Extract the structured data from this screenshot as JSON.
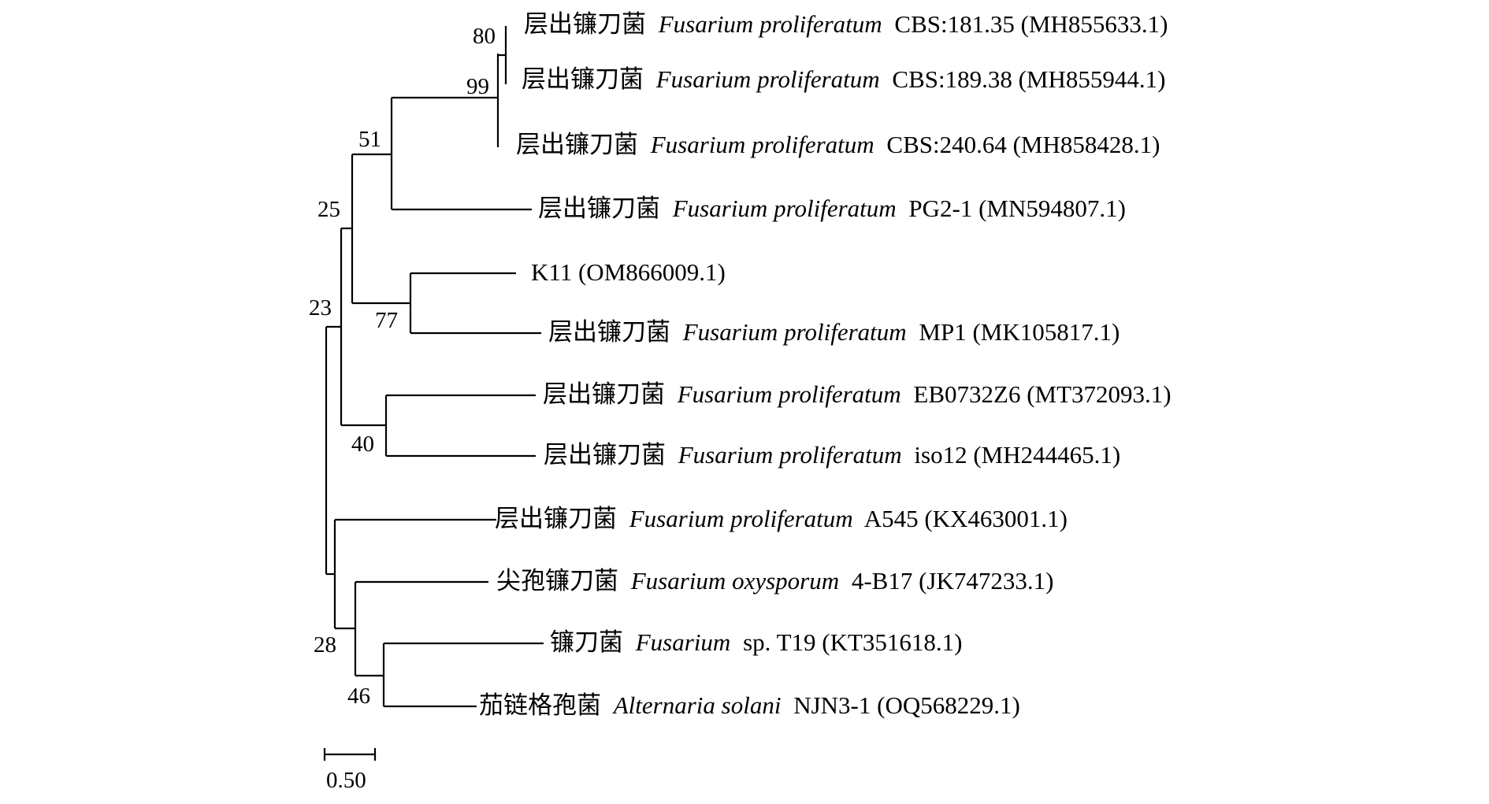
{
  "tree": {
    "leaves": [
      {
        "cn": "层出镰刀菌",
        "sci": "Fusarium proliferatum",
        "strain": "CBS:181.35 (MH855633.1)"
      },
      {
        "cn": "层出镰刀菌",
        "sci": "Fusarium proliferatum",
        "strain": "CBS:189.38 (MH855944.1)"
      },
      {
        "cn": "层出镰刀菌",
        "sci": "Fusarium proliferatum",
        "strain": "CBS:240.64 (MH858428.1)"
      },
      {
        "cn": "层出镰刀菌",
        "sci": "Fusarium proliferatum",
        "strain": "PG2-1 (MN594807.1)"
      },
      {
        "cn": "",
        "sci": "",
        "strain": "K11 (OM866009.1)"
      },
      {
        "cn": "层出镰刀菌",
        "sci": "Fusarium proliferatum",
        "strain": "MP1 (MK105817.1)"
      },
      {
        "cn": "层出镰刀菌",
        "sci": "Fusarium proliferatum",
        "strain": "EB0732Z6 (MT372093.1)"
      },
      {
        "cn": "层出镰刀菌",
        "sci": "Fusarium proliferatum",
        "strain": "iso12 (MH244465.1)"
      },
      {
        "cn": "层出镰刀菌",
        "sci": "Fusarium proliferatum",
        "strain": "A545 (KX463001.1)"
      },
      {
        "cn": "尖孢镰刀菌",
        "sci": "Fusarium oxysporum",
        "strain": "4-B17 (JK747233.1)"
      },
      {
        "cn": "镰刀菌",
        "sci": "Fusarium",
        "strain": "sp. T19 (KT351618.1)"
      },
      {
        "cn": "茄链格孢菌",
        "sci": "Alternaria solani",
        "strain": "NJN3-1 (OQ568229.1)"
      }
    ],
    "supports": [
      "80",
      "99",
      "51",
      "25",
      "77",
      "23",
      "40",
      "28",
      "46"
    ],
    "scale_bar": "0.50"
  }
}
